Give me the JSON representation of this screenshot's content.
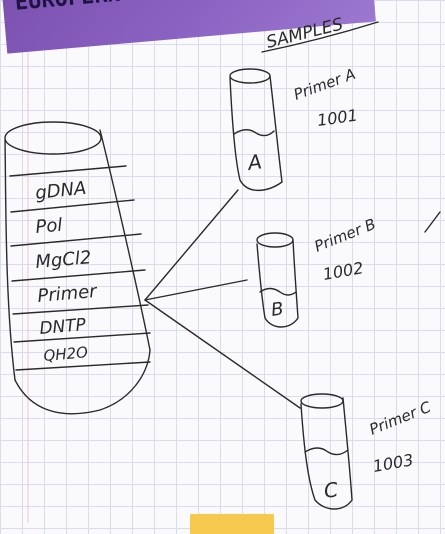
{
  "banner": {
    "text": "EUROFERN"
  },
  "samples_heading": "SAMPLES",
  "master_tube": {
    "components": [
      "gDNA",
      "Pol",
      "MgCl2",
      "Primer",
      "DNTP",
      "QH2O"
    ]
  },
  "samples": [
    {
      "tube_label": "A",
      "primer": "Primer A",
      "number": "1001"
    },
    {
      "tube_label": "B",
      "primer": "Primer B",
      "number": "1002"
    },
    {
      "tube_label": "C",
      "primer": "Primer C",
      "number": "1003"
    }
  ],
  "colors": {
    "banner": "#8b62c2",
    "sticky": "#f6c94f",
    "grid": "#d9dcef",
    "ink": "#2a2a2a"
  }
}
